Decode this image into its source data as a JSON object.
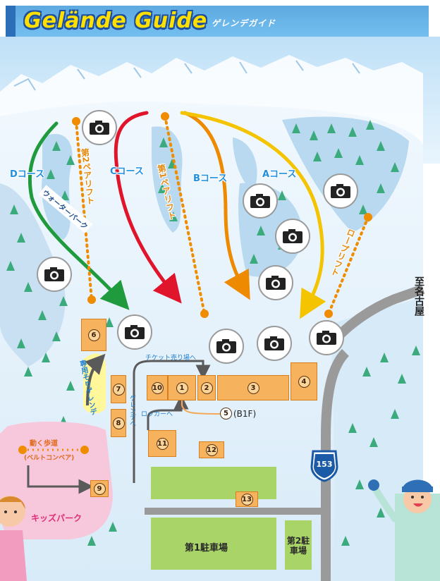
{
  "header": {
    "title": "Gelände Guide",
    "subtitle": "ゲレンデガイド"
  },
  "courses": {
    "a": "Aコース",
    "b": "Bコース",
    "c": "Cコース",
    "d": "Dコース"
  },
  "lifts": {
    "first_pair": "第1ペアリフト",
    "second_pair": "第2ペアリフト",
    "rope": "ロープリフト"
  },
  "areas": {
    "water_park": "ウォーターパーク",
    "belt_area": "専用そりゲレンデ",
    "moving_walkway": "動く歩道",
    "moving_walkway_note": "(ベルトコンベア)",
    "kids_park": "キッズパーク",
    "parking_1": "第1駐車場",
    "parking_2": "第2駐車場"
  },
  "signs": {
    "ticket": "チケット売り場へ",
    "locker": "ロッカーへ",
    "slope": "ゲレンデへ",
    "b1f": "(B1F)",
    "to_nagoya": "至名古屋"
  },
  "route": {
    "number": "153"
  },
  "facilities": [
    "1",
    "2",
    "3",
    "4",
    "5",
    "6",
    "7",
    "8",
    "9",
    "10",
    "11",
    "12",
    "13"
  ],
  "colors": {
    "course_a": "#f5c400",
    "course_b": "#ee8a00",
    "course_c": "#e0142a",
    "course_d": "#1f9a3c",
    "lift": "#f08c00",
    "building": "#f6b25c",
    "parking": "#a8d468",
    "kids_area": "#f7c8dc",
    "snow": "#e6f2fb"
  },
  "icons": [
    "camera-icon",
    "tree-icon",
    "route-shield-icon",
    "snowboarder-icon",
    "skier-icon"
  ]
}
